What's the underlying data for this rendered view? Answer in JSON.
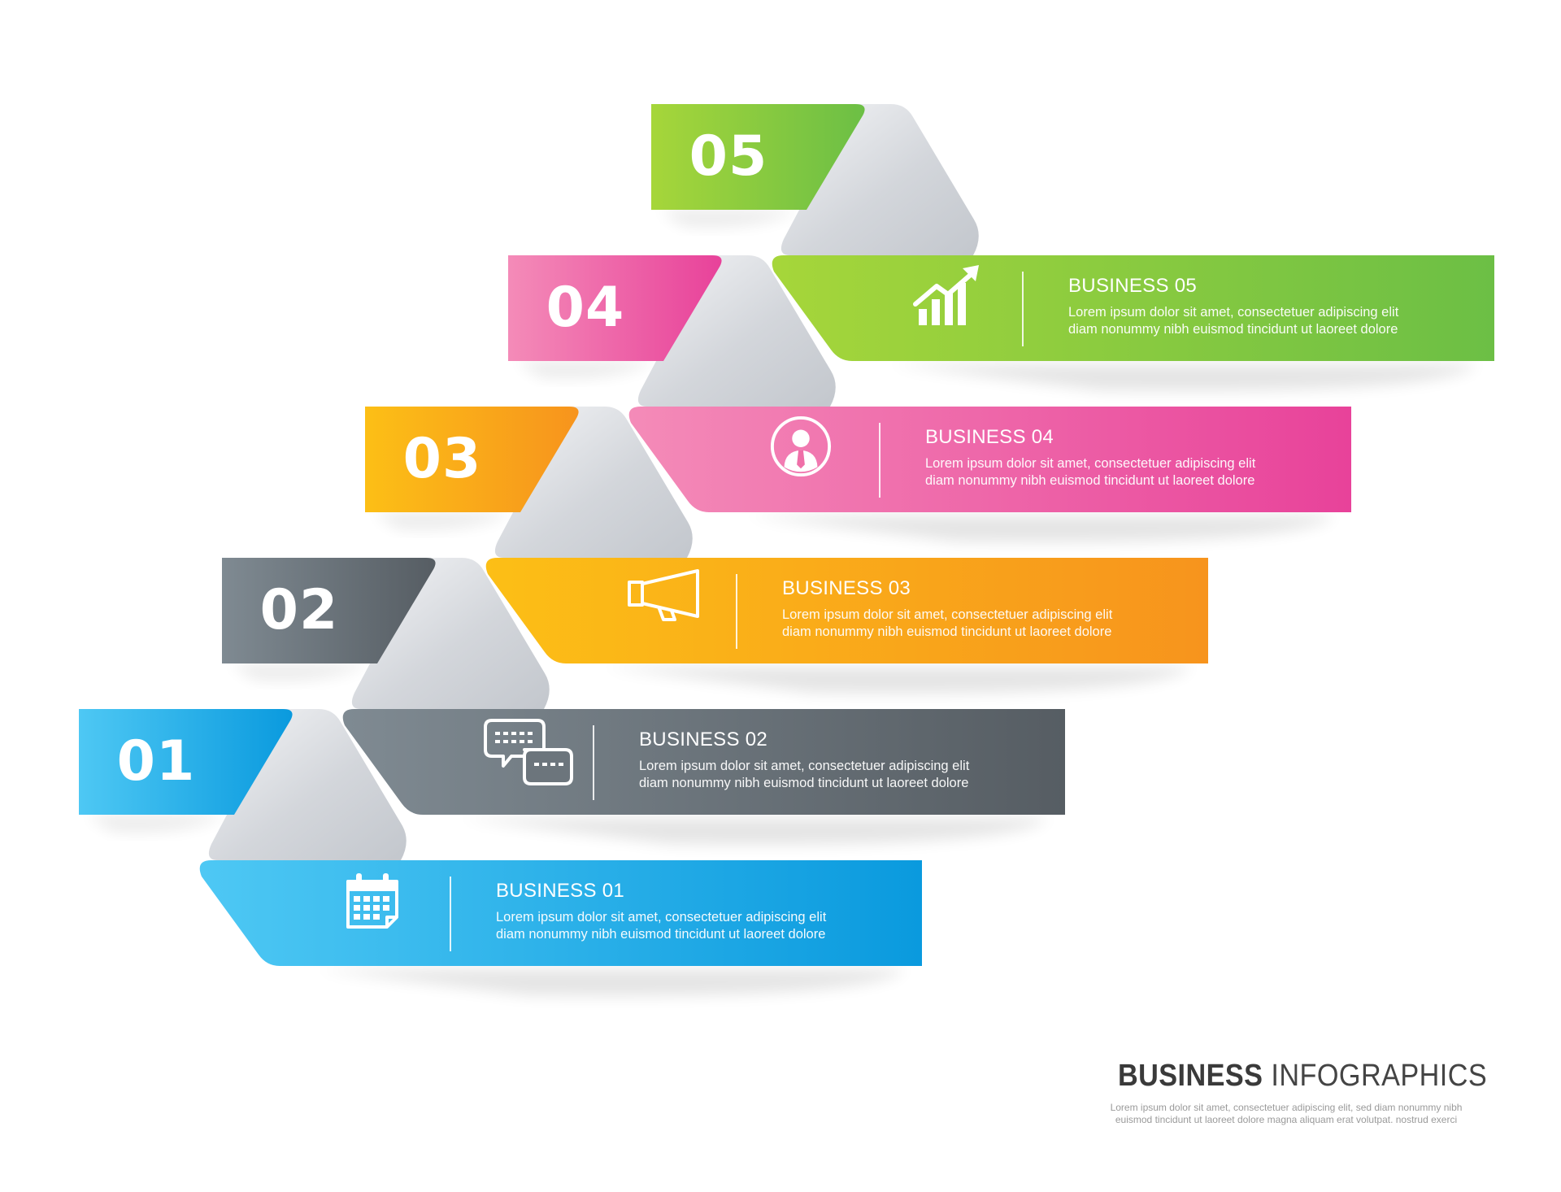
{
  "steps": [
    {
      "number": "01",
      "title": "BUSINESS 01",
      "line1": "Lorem ipsum dolor sit amet, consectetuer adipiscing elit",
      "line2": "diam nonummy nibh euismod tincidunt ut laoreet dolore",
      "icon": "calendar-icon",
      "color_light": "#4ec8f4",
      "color_dark": "#0a9ade"
    },
    {
      "number": "02",
      "title": "BUSINESS 02",
      "line1": "Lorem ipsum dolor sit amet, consectetuer adipiscing elit",
      "line2": "diam nonummy nibh euismod tincidunt ut laoreet dolore",
      "icon": "chat-bubbles-icon",
      "color_light": "#7f8a92",
      "color_dark": "#565d63"
    },
    {
      "number": "03",
      "title": "BUSINESS 03",
      "line1": "Lorem ipsum dolor sit amet, consectetuer adipiscing elit",
      "line2": "diam nonummy nibh euismod tincidunt ut laoreet dolore",
      "icon": "megaphone-icon",
      "color_light": "#fcbf16",
      "color_dark": "#f7941d"
    },
    {
      "number": "04",
      "title": "BUSINESS 04",
      "line1": "Lorem ipsum dolor sit amet, consectetuer adipiscing elit",
      "line2": "diam nonummy nibh euismod tincidunt ut laoreet dolore",
      "icon": "businessman-icon",
      "color_light": "#f48bb8",
      "color_dark": "#e8429a"
    },
    {
      "number": "05",
      "title": "BUSINESS 05",
      "line1": "Lorem ipsum dolor sit amet, consectetuer adipiscing elit",
      "line2": "diam nonummy nibh euismod tincidunt ut laoreet dolore",
      "icon": "growth-chart-icon",
      "color_light": "#a6d63a",
      "color_dark": "#6cbf45"
    }
  ],
  "footer": {
    "title_bold": "BUSINESS",
    "title_regular": " INFOGRAPHICS",
    "desc_line1": "Lorem ipsum dolor sit amet, consectetuer adipiscing elit, sed diam nonummy nibh",
    "desc_line2": "euismod tincidunt ut laoreet dolore magna aliquam erat volutpat. nostrud exerci"
  }
}
